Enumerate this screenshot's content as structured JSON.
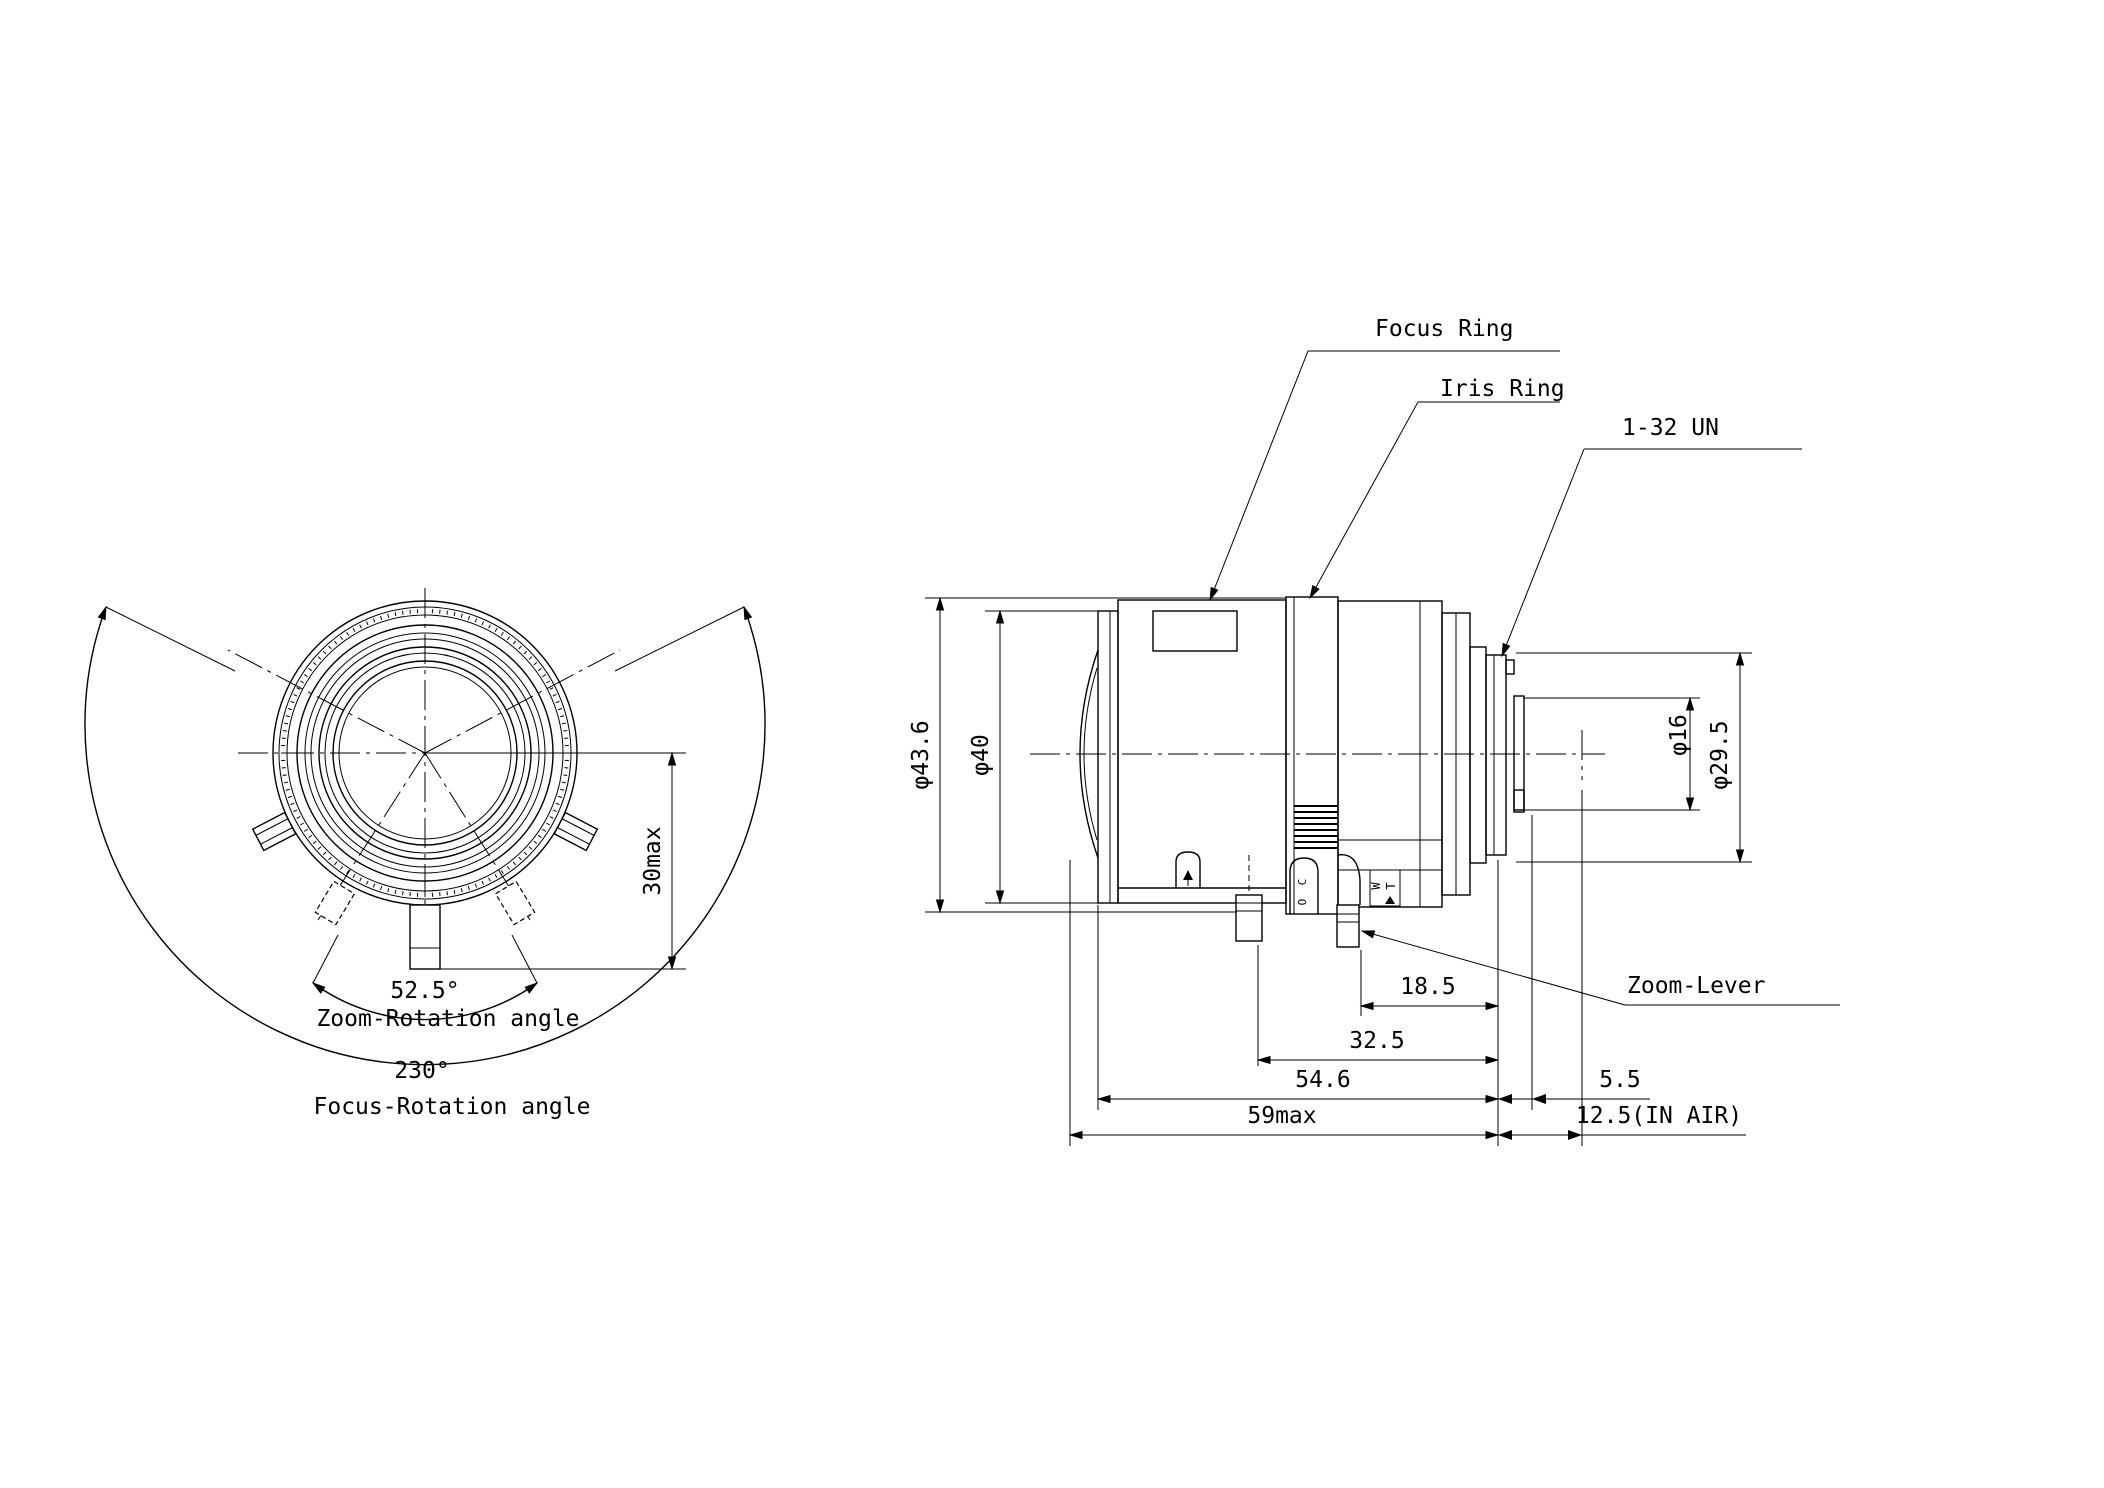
{
  "front_view": {
    "zoom_rotation_angle_value": "52.5°",
    "zoom_rotation_angle_label": "Zoom-Rotation angle",
    "focus_rotation_angle_value": "230°",
    "focus_rotation_angle_label": "Focus-Rotation angle",
    "lever_height": "30max"
  },
  "side_view": {
    "callouts": {
      "focus_ring": "Focus Ring",
      "iris_ring": "Iris Ring",
      "mount_thread": "1-32 UN",
      "zoom_lever": "Zoom-Lever"
    },
    "diameters": {
      "outer": "φ43.6",
      "front": "φ40",
      "rear_inner": "φ16",
      "rear_outer": "φ29.5"
    },
    "lengths": {
      "lever_to_flange": "18.5",
      "focus_pin_to_flange": "32.5",
      "front_to_flange": "54.6",
      "overall": "59max",
      "back_protrusion": "5.5",
      "flange_back": "12.5(IN AIR)"
    },
    "iris_marks": [
      "C",
      "O"
    ],
    "zoom_marks": [
      "T",
      "W"
    ]
  }
}
